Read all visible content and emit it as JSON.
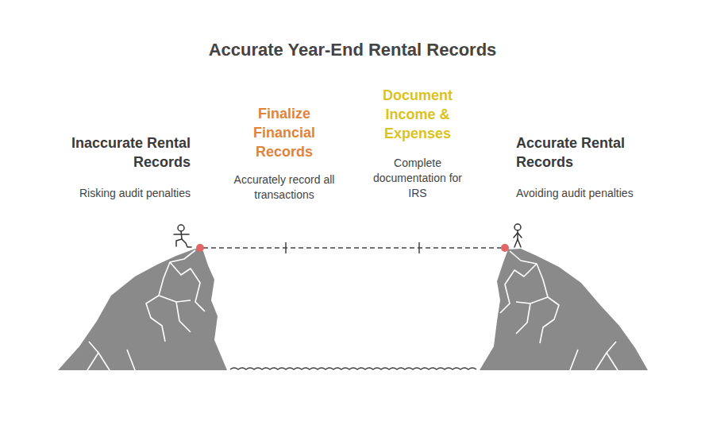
{
  "diagram": {
    "title": "Accurate Year-End Rental Records",
    "nodes": [
      {
        "text": [
          "Inaccurate Rental Records",
          "Risking audit penalties"
        ]
      },
      {
        "text": [
          "Finalize Financial Records",
          "Accurately record all transactions"
        ]
      },
      {
        "text": [
          "Document Income & Expenses",
          "Complete documentation for IRS"
        ]
      },
      {
        "text": [
          "Accurate Rental Records",
          "Avoiding audit penalties"
        ]
      }
    ]
  }
}
